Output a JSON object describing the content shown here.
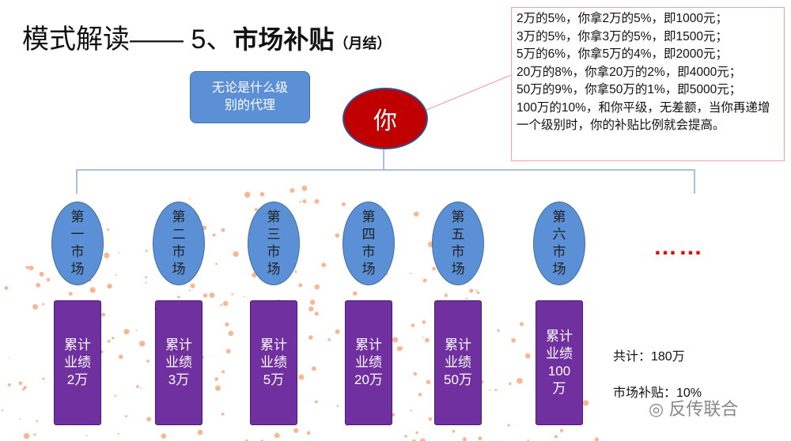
{
  "title": {
    "prefix": "模式解读——  5、",
    "main": "市场补贴",
    "suffix": "（月结）"
  },
  "callout": "无论是什么级别的代理",
  "center": "你",
  "note": [
    "2万的5%，你拿2万的5%，即1000元；",
    "3万的5%，你拿3万的5%，即1500元；",
    "5万的6%，你拿5万的4%，即2000元；",
    "20万的8%，你拿20万的2%，即4000元；",
    "50万的9%，你拿50万的1%，即5000元；",
    "100万的10%，和你平级，无差额，当你再递增一个级别时，你的补贴比例就会提高。"
  ],
  "markets": [
    "第一市场",
    "第二市场",
    "第三市场",
    "第四市场",
    "第五市场",
    "第六市场"
  ],
  "performance": [
    "累计业绩2万",
    "累计业绩3万",
    "累计业绩5万",
    "累计业绩20万",
    "累计业绩50万",
    "累计业绩100万"
  ],
  "ellipsis": "……",
  "total": "共计：180万",
  "subsidy": "市场补贴：10%",
  "watermark": "反传联合",
  "colors": {
    "market": "#5b8fd6",
    "perf": "#7030a0",
    "center": "#c00000",
    "note_border": "#f4a0aa"
  }
}
